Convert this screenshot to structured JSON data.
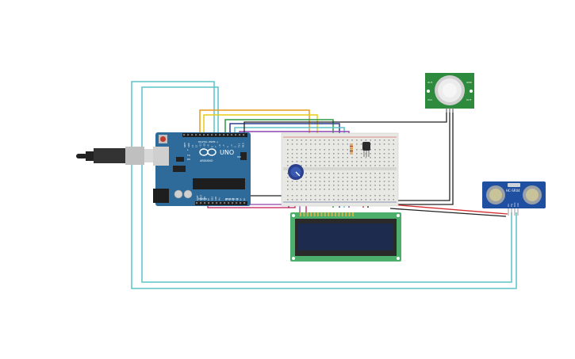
{
  "arduino": {
    "brand": "UNO",
    "logo_text": "ARDUINO",
    "header_labels": [
      "AREF",
      "GND",
      "13",
      "12",
      "~11",
      "~10",
      "~9",
      "8",
      "7",
      "~6",
      "~5",
      "4",
      "~3",
      "2",
      "TX 1",
      "RX 0"
    ],
    "power_labels": [
      "IOREF",
      "RESET",
      "3.3V",
      "5V",
      "GND",
      "GND",
      "Vin"
    ],
    "analog_labels": [
      "A0",
      "A1",
      "A2",
      "A3",
      "A4",
      "A5"
    ],
    "label_digital": "DIGITAL (PWM~)",
    "label_power": "POWER",
    "label_analog": "ANALOG IN",
    "led_on": "ON",
    "led_l": "L",
    "led_tx": "TX",
    "led_rx": "RX"
  },
  "ultrasonic": {
    "model": "HC-SR04",
    "pins": [
      "Vcc",
      "Trig",
      "Echo",
      "Gnd"
    ]
  },
  "pir": {
    "left_labels": [
      "OUT",
      "VCC"
    ],
    "right_labels": [
      "GND",
      "OUT"
    ]
  },
  "lcd": {
    "pin_count": 16
  },
  "colors": {
    "board_blue": "#2f6b9a",
    "breadboard": "#e8e8e4",
    "pcb_green": "#2e8a3c",
    "lcd_green": "#4caf6b",
    "lcd_screen": "#1d2b4e",
    "sensor_blue": "#1f4fa0",
    "wire_teal": "#5cc3c8",
    "wire_orange": "#e89a1a",
    "wire_yellow": "#e8cc16",
    "wire_green": "#2e9a44",
    "wire_darkblue": "#2b3f8f",
    "wire_purple": "#8e44ad",
    "wire_magenta": "#c2185b",
    "wire_red": "#d32f2f",
    "wire_black": "#222222"
  }
}
